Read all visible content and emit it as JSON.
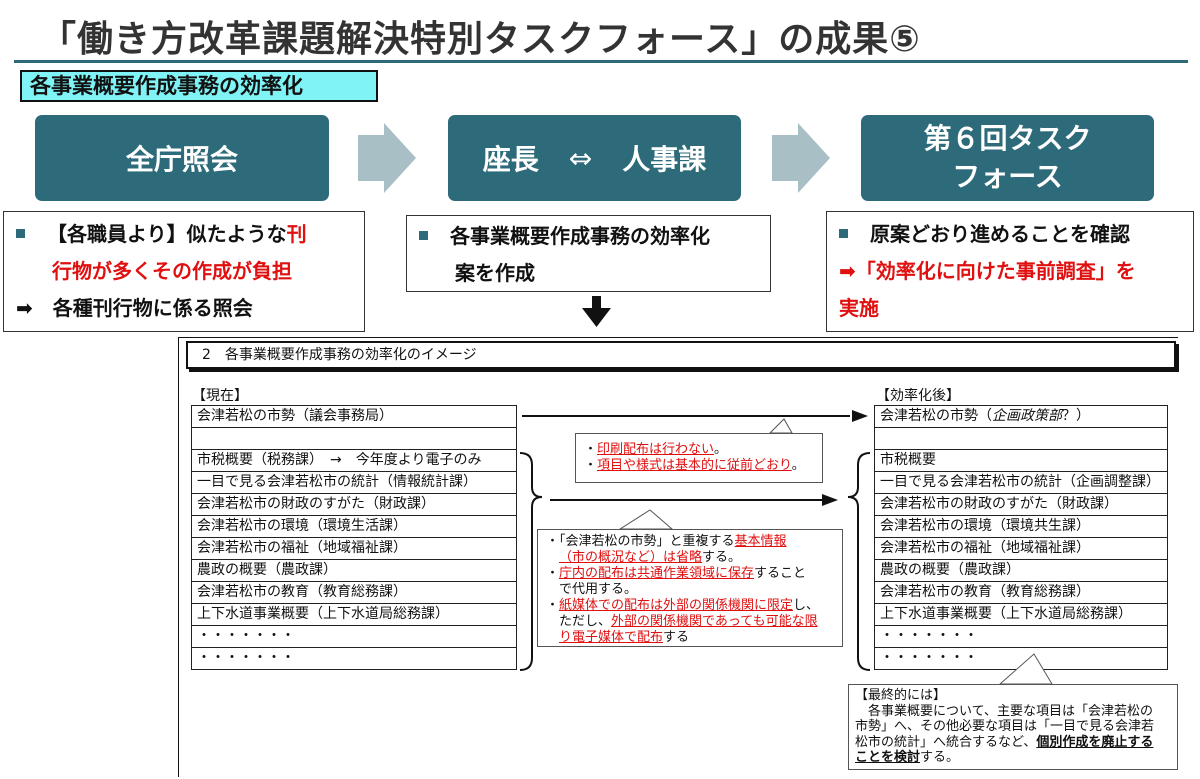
{
  "title": "「働き方改革課題解決特別タスクフォース」の成果⑤",
  "section_label": "各事業概要作成事務の効率化",
  "stages": [
    {
      "label": "全庁照会"
    },
    {
      "label_left": "座長",
      "label_sep": "⇔",
      "label_right": "人事課"
    },
    {
      "label_line1": "第６回タスク",
      "label_line2": "フォース"
    }
  ],
  "notes": {
    "note1": {
      "line1_pre": "【各職員より】似たような",
      "line1_red": "刊",
      "line2_red": "行物が多くその作成が負担",
      "line3_arrow": "➡",
      "line3": "各種刊行物に係る照会"
    },
    "note2": {
      "line1": "各事業概要作成事務の効率化",
      "line2": "案を作成"
    },
    "note3": {
      "line1": "原案どおり進めることを確認",
      "line2_arrow": "➡",
      "line2_red": "「効率化に向けた事前調査」を",
      "line3_red": "実施"
    }
  },
  "doc": {
    "header": "2　各事業概要作成事務の効率化のイメージ",
    "current_label": "【現在】",
    "after_label": "【効率化後】",
    "current_rows": [
      "会津若松の市勢（議会事務局）",
      "",
      "市税概要（税務課）　→　今年度より電子のみ",
      "一目で見る会津若松市の統計（情報統計課）",
      "会津若松市の財政のすがた（財政課）",
      "会津若松市の環境（環境生活課）",
      "会津若松市の福祉（地域福祉課）",
      "農政の概要（農政課）",
      "会津若松市の教育（教育総務課）",
      "上下水道事業概要（上下水道局総務課）",
      "・・・・・・・",
      "・・・・・・・"
    ],
    "after_first_row_pre": "会津若松の市勢（",
    "after_first_row_italic": "企画政策部",
    "after_first_row_post": "？）",
    "after_rows": [
      "",
      "市税概要",
      "一目で見る会津若松市の統計（企画調整課）",
      "会津若松市の財政のすがた（財政課）",
      "会津若松市の環境（環境共生課）",
      "会津若松市の福祉（地域福祉課）",
      "農政の概要（農政課）",
      "会津若松市の教育（教育総務課）",
      "上下水道事業概要（上下水道局総務課）",
      "・・・・・・・",
      "・・・・・・・"
    ],
    "callout1": {
      "l1_bullet": "・",
      "l1_red": "印刷配布は行わない",
      "l1_end": "。",
      "l2_bullet": "・",
      "l2_red": "項目や様式は基本的に従前どおり",
      "l2_end": "。"
    },
    "callout2": {
      "l1_pre": "・「会津若松の市勢」と重複する",
      "l1_red": "基本情報",
      "l2_red": "（市の概況など）は省略",
      "l2_post": "する。",
      "l3_bullet": "・",
      "l3_red": "庁内の配布は共通作業領域に保存",
      "l3_post": "すること",
      "l4": "で代用する。",
      "l5_bullet": "・",
      "l5_red": "紙媒体での配布は外部の関係機関に限定",
      "l5_post": "し、",
      "l6_pre": "ただし、",
      "l6_red": "外部の関係機関であっても可能な限",
      "l7_red": "り電子媒体で配布",
      "l7_post": "する"
    },
    "callout3": {
      "l1": "【最終的には】",
      "l2": "　各事業概要について、主要な項目は「会津若松の",
      "l3": "市勢」へ、その他必要な項目は「一目で見る会津若",
      "l4": "松市の統計」へ統合するなど、",
      "l4_ul": "個別作成を廃止する",
      "l5_ul": "ことを検討",
      "l5_post": "する。"
    }
  },
  "colors": {
    "stage_fill": "#2d6b7b",
    "section_highlight": "#7ff3f5",
    "accent_red": "#e01010",
    "step_arrow": "#a9bfc6"
  }
}
